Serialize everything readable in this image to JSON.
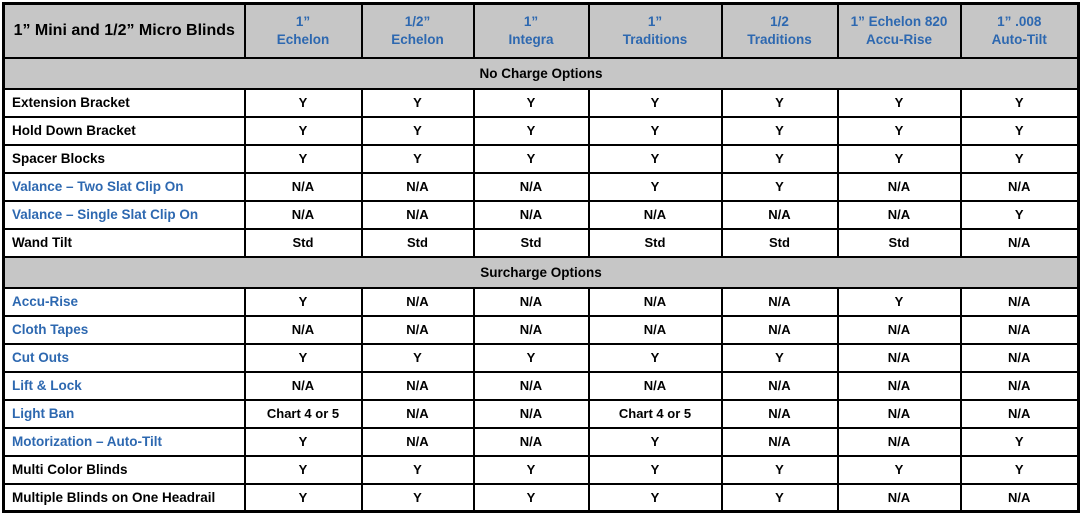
{
  "colors": {
    "header_bg": "#c6c6c6",
    "section_bg": "#c6c6c6",
    "blue_text": "#2d68b0",
    "border": "#000000"
  },
  "table": {
    "corner_label": "1” Mini and 1/2” Micro Blinds",
    "columns": [
      "1”\nEchelon",
      "1/2”\nEchelon",
      "1”\nIntegra",
      "1”\nTraditions",
      "1/2\nTraditions",
      "1” Echelon 820\nAccu-Rise",
      "1” .008\nAuto-Tilt"
    ],
    "sections": [
      {
        "title": "No Charge Options",
        "rows": [
          {
            "label": "Extension Bracket",
            "label_blue": false,
            "values": [
              "Y",
              "Y",
              "Y",
              "Y",
              "Y",
              "Y",
              "Y"
            ]
          },
          {
            "label": "Hold Down Bracket",
            "label_blue": false,
            "values": [
              "Y",
              "Y",
              "Y",
              "Y",
              "Y",
              "Y",
              "Y"
            ]
          },
          {
            "label": "Spacer Blocks",
            "label_blue": false,
            "values": [
              "Y",
              "Y",
              "Y",
              "Y",
              "Y",
              "Y",
              "Y"
            ]
          },
          {
            "label": "Valance – Two Slat Clip On",
            "label_blue": true,
            "values": [
              "N/A",
              "N/A",
              "N/A",
              "Y",
              "Y",
              "N/A",
              "N/A"
            ]
          },
          {
            "label": "Valance – Single Slat Clip On",
            "label_blue": true,
            "values": [
              "N/A",
              "N/A",
              "N/A",
              "N/A",
              "N/A",
              "N/A",
              "Y"
            ]
          },
          {
            "label": "Wand Tilt",
            "label_blue": false,
            "values": [
              "Std",
              "Std",
              "Std",
              "Std",
              "Std",
              "Std",
              "N/A"
            ]
          }
        ]
      },
      {
        "title": "Surcharge Options",
        "rows": [
          {
            "label": "Accu-Rise",
            "label_blue": true,
            "values": [
              "Y",
              "N/A",
              "N/A",
              "N/A",
              "N/A",
              "Y",
              "N/A"
            ]
          },
          {
            "label": "Cloth Tapes",
            "label_blue": true,
            "values": [
              "N/A",
              "N/A",
              "N/A",
              "N/A",
              "N/A",
              "N/A",
              "N/A"
            ]
          },
          {
            "label": "Cut Outs",
            "label_blue": true,
            "values": [
              "Y",
              "Y",
              "Y",
              "Y",
              "Y",
              "N/A",
              "N/A"
            ]
          },
          {
            "label": "Lift & Lock",
            "label_blue": true,
            "values": [
              "N/A",
              "N/A",
              "N/A",
              "N/A",
              "N/A",
              "N/A",
              "N/A"
            ]
          },
          {
            "label": "Light Ban",
            "label_blue": true,
            "values": [
              "Chart 4 or 5",
              "N/A",
              "N/A",
              "Chart 4 or 5",
              "N/A",
              "N/A",
              "N/A"
            ]
          },
          {
            "label": "Motorization – Auto-Tilt",
            "label_blue": true,
            "values": [
              "Y",
              "N/A",
              "N/A",
              "Y",
              "N/A",
              "N/A",
              "Y"
            ]
          },
          {
            "label": "Multi Color Blinds",
            "label_blue": false,
            "values": [
              "Y",
              "Y",
              "Y",
              "Y",
              "Y",
              "Y",
              "Y"
            ]
          },
          {
            "label": "Multiple Blinds on One Headrail",
            "label_blue": false,
            "values": [
              "Y",
              "Y",
              "Y",
              "Y",
              "Y",
              "N/A",
              "N/A"
            ]
          }
        ]
      }
    ]
  }
}
